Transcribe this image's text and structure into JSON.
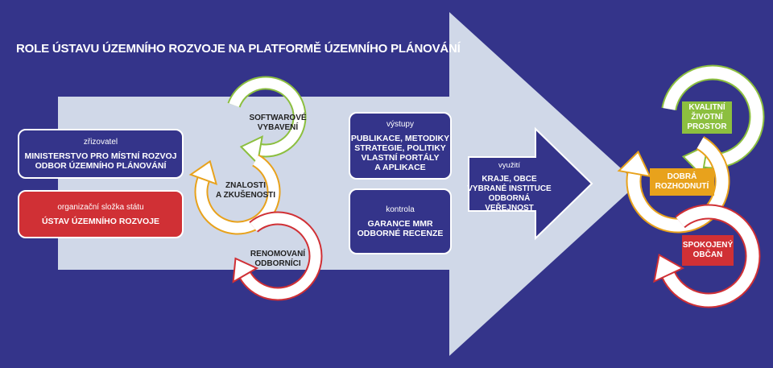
{
  "title": "ROLE ÚSTAVU ÚZEMNÍHO ROZVOJE NA PLATFORMĚ ÚZEMNÍHO PLÁNOVÁNÍ",
  "founder": {
    "sub": "zřizovatel",
    "main": "MINISTERSTVO PRO MÍSTNÍ ROZVOJ\nODBOR ÚZEMNÍHO PLÁNOVÁNÍ"
  },
  "unit": {
    "sub": "organizační složka státu",
    "main": "ÚSTAV ÚZEMNÍHO ROZVOJE"
  },
  "cycle_left": [
    "SOFTWAROVÉ\nVYBAVENÍ",
    "ZNALOSTI\nA ZKUŠENOSTI",
    "RENOMOVANÍ\nODBORNÍCI"
  ],
  "outputs": {
    "sub": "výstupy",
    "main": "PUBLIKACE, METODIKY\nSTRATEGIE, POLITIKY\nVLASTNÍ PORTÁLY\nA APLIKACE"
  },
  "control": {
    "sub": "kontrola",
    "main": "GARANCE MMR\nODBORNÉ RECENZE"
  },
  "usage": {
    "sub": "využití",
    "main": "KRAJE, OBCE\nVYBRANÉ INSTITUCE\nODBORNÁ VEŘEJNOST"
  },
  "cycle_right": [
    "KVALITNÍ\nŽIVOTNÍ\nPROSTOR",
    "DOBRÁ\nROZHODNUTÍ",
    "SPOKOJENÝ\nOBČAN"
  ],
  "colors": {
    "background": "#34348a",
    "arrow": "#d0d8e8",
    "green": "#8cbf3f",
    "orange": "#e8a21c",
    "red": "#d03035"
  }
}
